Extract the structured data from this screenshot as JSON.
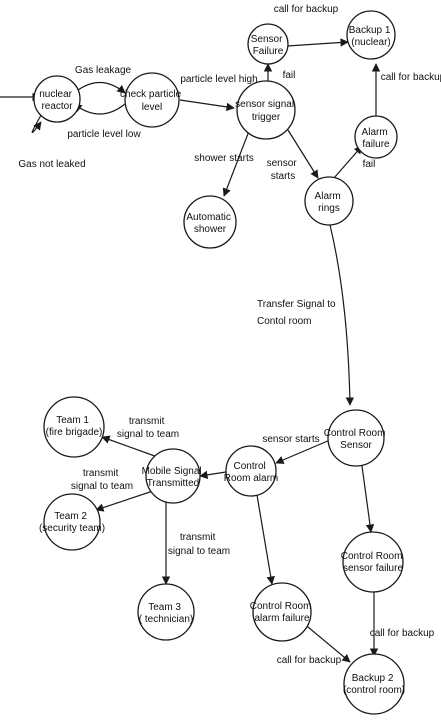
{
  "nodes": {
    "nuclear_reactor": [
      "nuclear",
      "reactor"
    ],
    "check_particle": [
      "check particle",
      "level"
    ],
    "sensor_signal": [
      "sensor signal",
      "trigger"
    ],
    "sensor_failure": [
      "Sensor",
      "Failure"
    ],
    "backup1": [
      "Backup 1",
      "(nuclear)"
    ],
    "alarm_failure": [
      "Alarm",
      "failure"
    ],
    "alarm_rings": [
      "Alarm",
      "rings"
    ],
    "auto_shower": [
      "Automatic",
      "shower"
    ],
    "control_room_sensor": [
      "Control Room",
      "Sensor"
    ],
    "control_room_alarm": [
      "Control",
      "Room alarm"
    ],
    "mobile_signal": [
      "Mobile Signal",
      "Transmitted"
    ],
    "team1": [
      "Team 1",
      "(fire brigade)"
    ],
    "team2": [
      "Team 2",
      "(security team)"
    ],
    "team3": [
      "Team 3",
      "( technician)"
    ],
    "cr_sensor_failure": [
      "Control Room",
      "sensor failure"
    ],
    "cr_alarm_failure": [
      "Control Room",
      "alarm failure"
    ],
    "backup2": [
      "Backup 2",
      "(control room)"
    ]
  },
  "edges": {
    "gas_leakage": [
      "Gas leakage"
    ],
    "particle_level_low": [
      "particle level low"
    ],
    "gas_not_leaked": [
      "Gas not leaked"
    ],
    "particle_level_high": [
      "particle level high"
    ],
    "fail_sensor": [
      "fail"
    ],
    "call_for_backup_top": [
      "call for backup"
    ],
    "call_for_backup_alarm": [
      "call for backup"
    ],
    "fail_alarm": [
      "fail"
    ],
    "shower_starts": [
      "shower starts"
    ],
    "sensor_starts_top": [
      "sensor",
      "starts"
    ],
    "transfer_signal": [
      "Transfer Signal to",
      "Contol room"
    ],
    "sensor_starts_cr": [
      "sensor starts"
    ],
    "transmit_team1": [
      "transmit",
      "signal to team"
    ],
    "transmit_team2": [
      "transmit",
      "signal to team"
    ],
    "transmit_team3": [
      "transmit",
      "signal to team"
    ],
    "call_for_backup_sf": [
      "call for backup"
    ],
    "call_for_backup_af": [
      "call for backup"
    ]
  }
}
